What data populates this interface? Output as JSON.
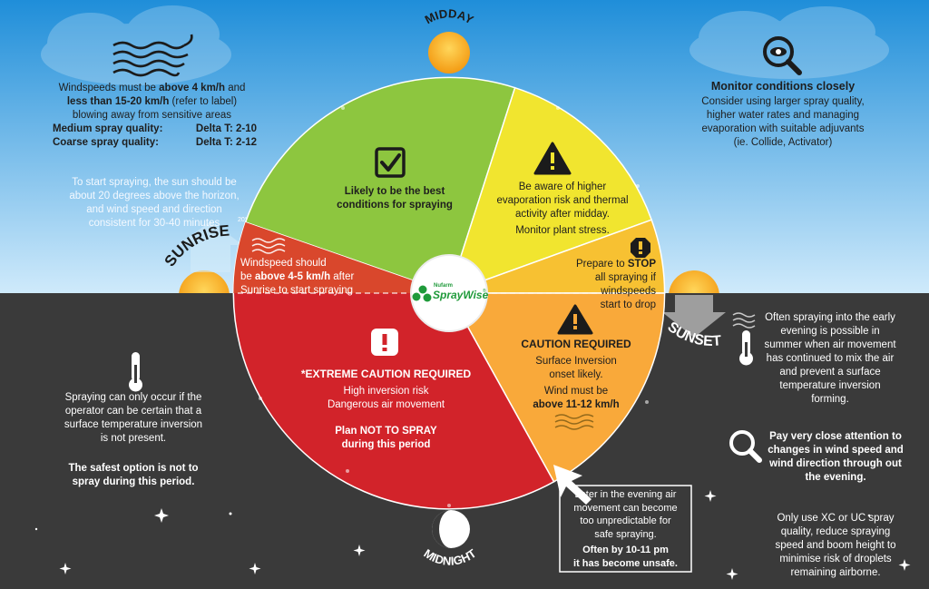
{
  "labels": {
    "midday": "MIDDAY",
    "sunrise": "SUNRISE",
    "sunset": "SUNSET",
    "midnight": "MIDNIGHT",
    "degrees": "20°"
  },
  "logo": {
    "brand_top": "Nufarm",
    "brand_main": "SprayWise",
    "mark": "®"
  },
  "left_top": {
    "wind_line1_a": "Windspeeds must be ",
    "wind_line1_b": "above 4 km/h",
    "wind_line1_c": " and",
    "wind_line2_a": "less than 15-20 km/h",
    "wind_line2_b": " (refer to label)",
    "wind_line3": "blowing away from sensitive areas",
    "medium_label": "Medium spray quality:",
    "medium_value": "Delta T: 2-10",
    "coarse_label": "Coarse spray quality:",
    "coarse_value": "Delta T: 2-12",
    "sun_line1": "To start spraying, the sun should be",
    "sun_line2": "about 20 degrees above the horizon,",
    "sun_line3": "and wind speed and direction",
    "sun_line4": "consistent for 30-40 minutes"
  },
  "right_top": {
    "title": "Monitor conditions closely",
    "line1": "Consider using larger spray quality,",
    "line2": "higher water rates and managing",
    "line3": "evaporation with suitable adjuvants",
    "line4": "(ie. Collide, Activator)"
  },
  "segments": {
    "green_line1": "Likely to be the best",
    "green_line2": "conditions for spraying",
    "yellow_line1": "Be aware of higher",
    "yellow_line2": "evaporation risk and thermal",
    "yellow_line3": "activity after midday.",
    "yellow_line4": "Monitor plant stress.",
    "stop_line1_a": "Prepare to ",
    "stop_line1_b": "STOP",
    "stop_line2": "all spraying if windspeeds",
    "stop_line3": "start to drop",
    "sunrise_line1": "Windspeed should",
    "sunrise_line2_a": "be ",
    "sunrise_line2_b": "above 4-5 km/h",
    "sunrise_line2_c": " after",
    "sunrise_line3": "Sunrise to start spraying",
    "caution_title": "CAUTION REQUIRED",
    "caution_line1": "Surface Inversion",
    "caution_line2": "onset likely.",
    "caution_line3": "Wind must be",
    "caution_line4": "above 11-12 km/h",
    "extreme_title": "*EXTREME CAUTION REQUIRED",
    "extreme_line1": "High inversion risk",
    "extreme_line2": "Dangerous air movement",
    "extreme_plan1": "Plan NOT TO SPRAY",
    "extreme_plan2": "during this period"
  },
  "left_bottom": {
    "line1": "Spraying can only occur if the",
    "line2": "operator can be certain that a",
    "line3": "surface temperature inversion",
    "line4": "is not present.",
    "safe1": "The safest option is not to",
    "safe2": "spray during this period."
  },
  "right_bottom": {
    "early1": "Often spraying into the early",
    "early2": "evening is possible in",
    "early3": "summer when air movement",
    "early4": "has continued to mix the air",
    "early5": "and  prevent a surface",
    "early6": "temperature inversion",
    "early7": "forming.",
    "attn1": "Pay very close attention to",
    "attn2": "changes in wind speed and",
    "attn3": "wind direction through out",
    "attn4": "the evening.",
    "xc1": "Only use XC or UC spray",
    "xc2": "quality, reduce spraying",
    "xc3": "speed and boom height to",
    "xc4": "minimise risk of droplets",
    "xc5": "remaining airborne."
  },
  "evening_box": {
    "line1": "Later in the evening air",
    "line2": "movement can become",
    "line3": "too unpredictable for",
    "line4": "safe spraying.",
    "line5": "Often by 10-11 pm",
    "line6": "it has become unsafe."
  },
  "icons": {
    "wind": "wind-lines-icon",
    "checkbox": "checkbox-icon",
    "warning": "warning-triangle-icon",
    "stop": "stop-octagon-icon",
    "alert": "alert-square-icon",
    "thermometer": "thermometer-icon",
    "magnifier_eye": "magnifier-eye-icon",
    "magnifier": "magnifier-icon",
    "sun": "sun-icon",
    "moon": "moon-icon"
  },
  "colors": {
    "sky_top": "#1f8ed9",
    "sky_bottom": "#bfe3f8",
    "ground": "#3a3a3a",
    "green": "#8dc63f",
    "yellow": "#f1e52f",
    "orange": "#f9a93a",
    "red": "#d2232a",
    "sun": "#f7a21b"
  }
}
